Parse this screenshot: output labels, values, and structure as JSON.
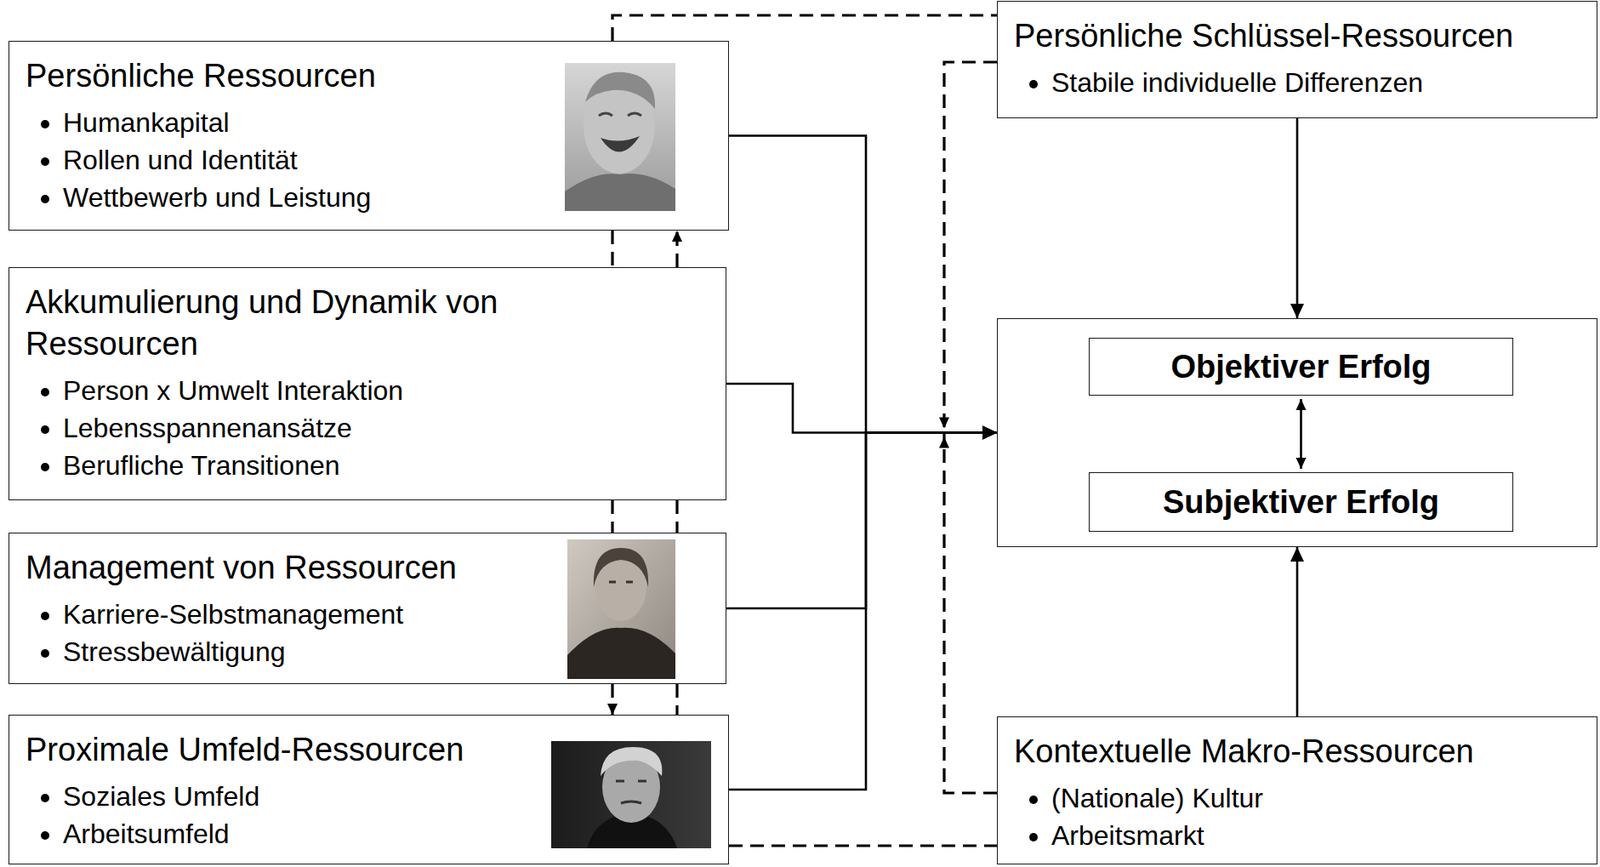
{
  "diagram": {
    "nodes": [
      {
        "text": [
          "Persönliche Ressourcen",
          "Humankapital",
          "Rollen und Identität",
          "Wettbewerb und Leistung"
        ]
      },
      {
        "text": [
          "Akkumulierung und Dynamik von Ressourcen",
          "Person x Umwelt Interaktion",
          "Lebensspannenansätze",
          "Berufliche Transitionen"
        ]
      },
      {
        "text": [
          "Management von Ressourcen",
          "Karriere-Selbstmanagement",
          "Stressbewältigung"
        ]
      },
      {
        "text": [
          "Proximale Umfeld-Ressourcen",
          "Soziales Umfeld",
          "Arbeitsumfeld"
        ]
      },
      {
        "text": [
          "Persönliche Schlüssel-Ressourcen",
          "Stabile individuelle Differenzen"
        ]
      },
      {
        "text": []
      },
      {
        "text": [
          "Objektiver Erfolg"
        ],
        "in": 5
      },
      {
        "text": [
          "Subjektiver Erfolg"
        ],
        "in": 5
      },
      {
        "text": [
          "Kontextuelle Makro-Ressourcen",
          "(Nationale) Kultur",
          "Arbeitsmarkt"
        ]
      }
    ],
    "edges": [
      {
        "from": 0,
        "to": 5,
        "arrow": "to"
      },
      {
        "from": 1,
        "to": 5,
        "arrow": "to"
      },
      {
        "from": 2,
        "to": 5,
        "arrow": "to"
      },
      {
        "from": 3,
        "to": 5,
        "arrow": "to"
      },
      {
        "from": 4,
        "to": 5,
        "arrow": "to"
      },
      {
        "from": 8,
        "to": 5,
        "arrow": "to"
      },
      {
        "from": 4,
        "to": 5,
        "arrow": "to"
      },
      {
        "from": 8,
        "to": 5,
        "arrow": "to"
      },
      {
        "from": 6,
        "to": 7,
        "arrow": "both"
      },
      {
        "from": 0,
        "to": 4,
        "arrow": "none"
      },
      {
        "from": 3,
        "to": 8,
        "arrow": "none"
      },
      {
        "from": 1,
        "to": 0,
        "arrow": "to"
      },
      {
        "from": 0,
        "to": 1,
        "arrow": "none"
      },
      {
        "from": 1,
        "to": 2,
        "arrow": "none"
      },
      {
        "from": 1,
        "to": 2,
        "arrow": "none"
      },
      {
        "from": 2,
        "to": 3,
        "arrow": "to"
      },
      {
        "from": 2,
        "to": 3,
        "arrow": "none"
      }
    ]
  }
}
